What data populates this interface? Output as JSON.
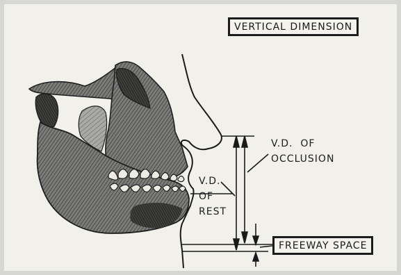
{
  "title": "VERTICAL DIMENSION",
  "labels": {
    "occlusion_line1": "V.D.  OF",
    "occlusion_line2": "OCCLUSION",
    "rest_line1": "V.D.",
    "rest_line2": "OF",
    "rest_line3": "REST",
    "freeway": "FREEWAY SPACE"
  }
}
